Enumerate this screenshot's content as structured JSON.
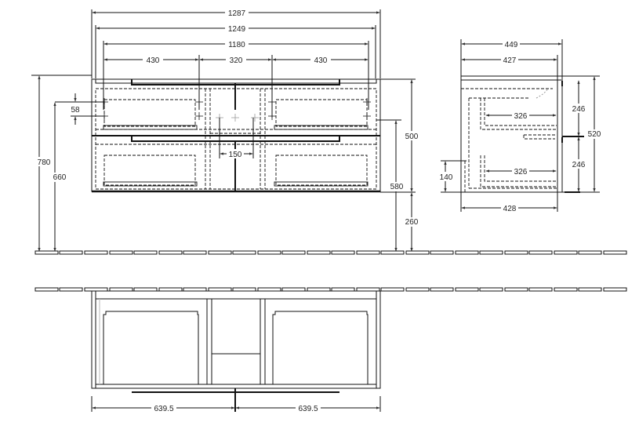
{
  "drawing": {
    "type": "technical-dimension-drawing",
    "subject": "double-sink vanity unit with drawers",
    "units": "mm",
    "line_color": "#111111",
    "background": "#ffffff"
  },
  "front_view": {
    "widths": {
      "overall": "1287",
      "carcass": "1249",
      "inner": "1180",
      "left_section": "430",
      "middle_section": "320",
      "right_section": "430"
    },
    "heights": {
      "top_from_floor": "780",
      "siphon_from_floor": "660",
      "siphon_drop": "58",
      "body_height": "500",
      "waste_height": "580",
      "floor_gap": "260"
    },
    "waste_spacing": "150"
  },
  "side_view": {
    "depth_top": "449",
    "depth_body": "427",
    "depth_bottom": "428",
    "drawer_upper_depth": "326",
    "drawer_lower_depth": "326",
    "drawer_upper_height": "246",
    "drawer_lower_height": "246",
    "total_height": "520",
    "plinth_height": "140"
  },
  "top_view": {
    "half_left": "639.5",
    "half_right": "639.5"
  }
}
